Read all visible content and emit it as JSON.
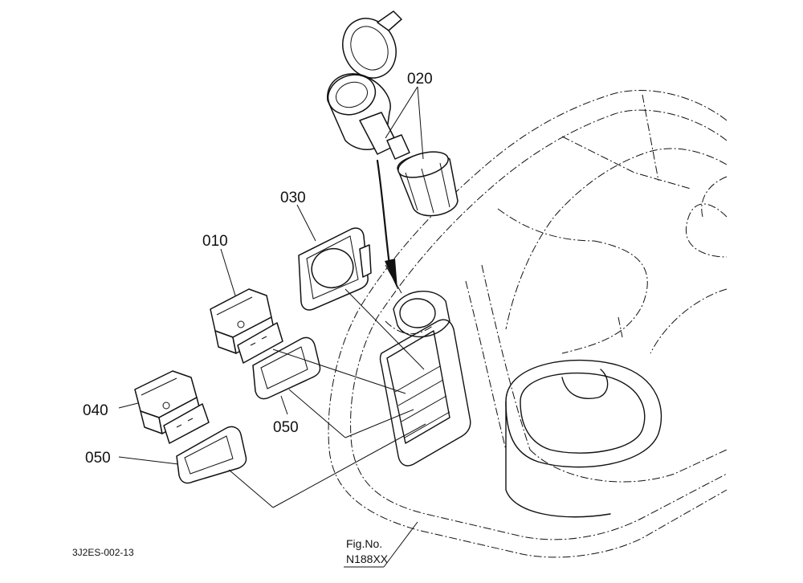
{
  "labels": {
    "p010": "010",
    "p020": "020",
    "p030": "030",
    "p040": "040",
    "p050a": "050",
    "p050b": "050"
  },
  "footer": {
    "drawing_code": "3J2ES-002-13",
    "fig_line1": "Fig.No.",
    "fig_line2": "N188XX"
  }
}
